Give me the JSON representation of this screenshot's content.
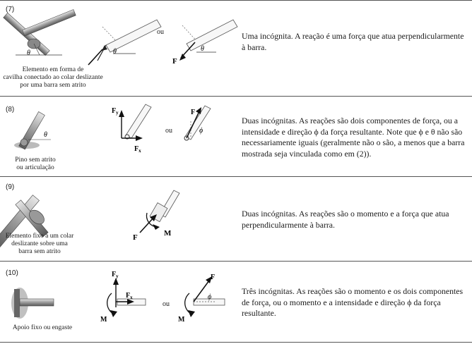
{
  "rows": [
    {
      "number": "(7)",
      "caption": [
        "Elemento em forma de",
        "cavilha conectado ao colar deslizante",
        "por uma barra sem atrito"
      ],
      "or_label": "ou",
      "description": "Uma incógnita. A reação é uma força que atua perpendicularmente à barra.",
      "symbols": {
        "theta": "θ",
        "force": "F"
      }
    },
    {
      "number": "(8)",
      "caption": [
        "Pino sem atrito",
        "ou articulação"
      ],
      "or_label": "ou",
      "description": "Duas incógnitas. As reações são dois componentes de força, ou a intensidade e direção ϕ da força resultante. Note que ϕ e θ não são necessariamente iguais (geralmente não o são, a menos que a barra mostrada seja vinculada como em (2)).",
      "symbols": {
        "theta": "θ",
        "phi": "ϕ",
        "fx": "F",
        "fy": "F",
        "force": "F"
      }
    },
    {
      "number": "(9)",
      "caption": [
        "Elemento fixo a um colar",
        "deslizante sobre uma",
        "barra sem atrito"
      ],
      "description": "Duas incógnitas. As reações são o momento e a força que atua perpendicularmente à barra.",
      "symbols": {
        "force": "F",
        "moment": "M"
      }
    },
    {
      "number": "(10)",
      "caption": [
        "Apoio fixo ou engaste"
      ],
      "or_label": "ou",
      "description": "Três incógnitas. As reações são o momento e os dois componentes de força, ou o momento e a intensidade e direção ϕ da força resultante.",
      "symbols": {
        "fx": "F",
        "fy": "F",
        "force": "F",
        "moment": "M",
        "phi": "ϕ"
      }
    }
  ]
}
